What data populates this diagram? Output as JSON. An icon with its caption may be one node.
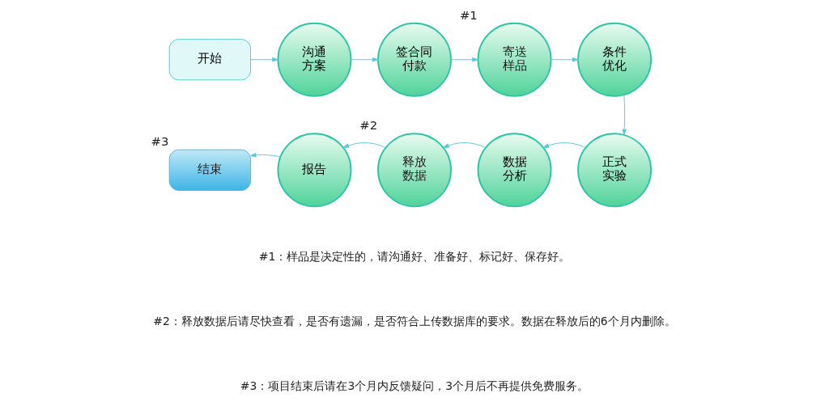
{
  "diagram": {
    "nodes": [
      {
        "text": [
          "开始"
        ]
      },
      {
        "text": [
          "沟通方案"
        ]
      },
      {
        "text": [
          "签合同付款"
        ]
      },
      {
        "text": [
          "寄送样品"
        ],
        "beside": [
          "#1"
        ]
      },
      {
        "text": [
          "条件优化"
        ]
      },
      {
        "text": [
          "正式实验"
        ]
      },
      {
        "text": [
          "数据分析"
        ]
      },
      {
        "text": [
          "释放数据"
        ],
        "beside": [
          "#2"
        ]
      },
      {
        "text": [
          "报告"
        ]
      },
      {
        "text": [
          "结束"
        ],
        "beside": [
          "#3"
        ]
      }
    ],
    "edges": [
      {
        "from": 0,
        "to": 1,
        "arrow": "to"
      },
      {
        "from": 1,
        "to": 2,
        "arrow": "to"
      },
      {
        "from": 2,
        "to": 3,
        "arrow": "to"
      },
      {
        "from": 3,
        "to": 4,
        "arrow": "to"
      },
      {
        "from": 4,
        "to": 5,
        "arrow": "to"
      },
      {
        "from": 5,
        "to": 6,
        "arrow": "to"
      },
      {
        "from": 6,
        "to": 7,
        "arrow": "to"
      },
      {
        "from": 7,
        "to": 8,
        "arrow": "to"
      },
      {
        "from": 8,
        "to": 9,
        "arrow": "to"
      }
    ],
    "labels": [
      "#1：样品是决定性的，请沟通好、准备好、标记好、保存好。",
      "#2：释放数据后请尽快查看，是否有遗漏，是否符合上传数据库的要求。数据在释放后的6个月内删除。",
      "#3：项目结束后请在3个月内反馈疑问，3个月后不再提供免费服务。"
    ]
  }
}
